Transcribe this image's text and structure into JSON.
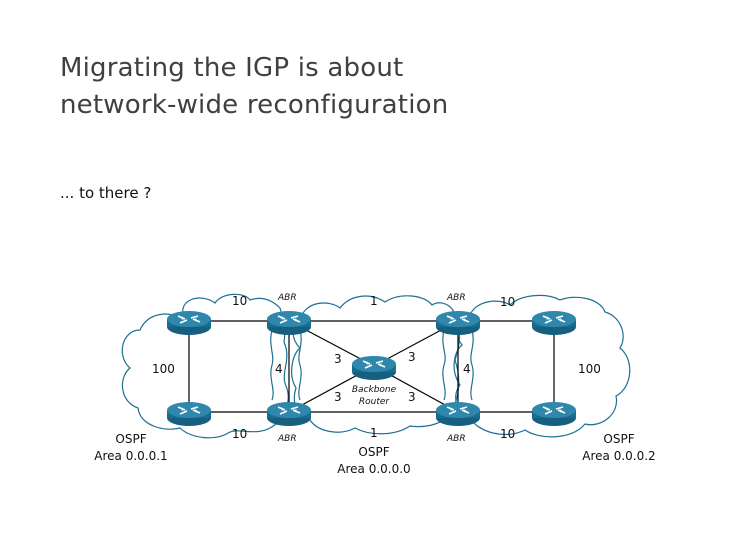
{
  "slide": {
    "title_line1": "Migrating the IGP is about",
    "title_line2": "network-wide reconfiguration",
    "subtitle": "... to there ?"
  },
  "colors": {
    "router_body": "#1a6c8f",
    "router_top": "#2f88ab",
    "cloud_stroke": "#1f6f93",
    "link": "#000000"
  },
  "diagram": {
    "routers": [
      {
        "id": "r1",
        "label": ""
      },
      {
        "id": "r2",
        "label": ""
      },
      {
        "id": "abr-tl",
        "label": "ABR"
      },
      {
        "id": "abr-bl",
        "label": "ABR"
      },
      {
        "id": "backbone",
        "label": "Backbone Router"
      },
      {
        "id": "abr-tr",
        "label": "ABR"
      },
      {
        "id": "abr-br",
        "label": "ABR"
      },
      {
        "id": "r3",
        "label": ""
      },
      {
        "id": "r4",
        "label": ""
      }
    ],
    "router_labels": {
      "abr_tl": "ABR",
      "abr_bl": "ABR",
      "abr_tr": "ABR",
      "abr_br": "ABR",
      "backbone_line1": "Backbone",
      "backbone_line2": "Router"
    },
    "link_weights": {
      "r1_abr_tl": "10",
      "r2_abr_bl": "10",
      "r1_r2": "100",
      "abr_tl_abr_bl": "4",
      "abr_tl_abr_tr": "1",
      "abr_bl_abr_br": "1",
      "abr_tl_backbone": "3",
      "abr_bl_backbone": "3",
      "abr_tr_backbone": "3",
      "abr_br_backbone": "3",
      "abr_tr_abr_br": "4",
      "abr_tr_r3": "10",
      "abr_br_r4": "10",
      "r3_r4": "100"
    },
    "areas": [
      {
        "name": "OSPF",
        "area": "Area 0.0.0.1"
      },
      {
        "name": "OSPF",
        "area": "Area 0.0.0.0"
      },
      {
        "name": "OSPF",
        "area": "Area 0.0.0.2"
      }
    ]
  }
}
